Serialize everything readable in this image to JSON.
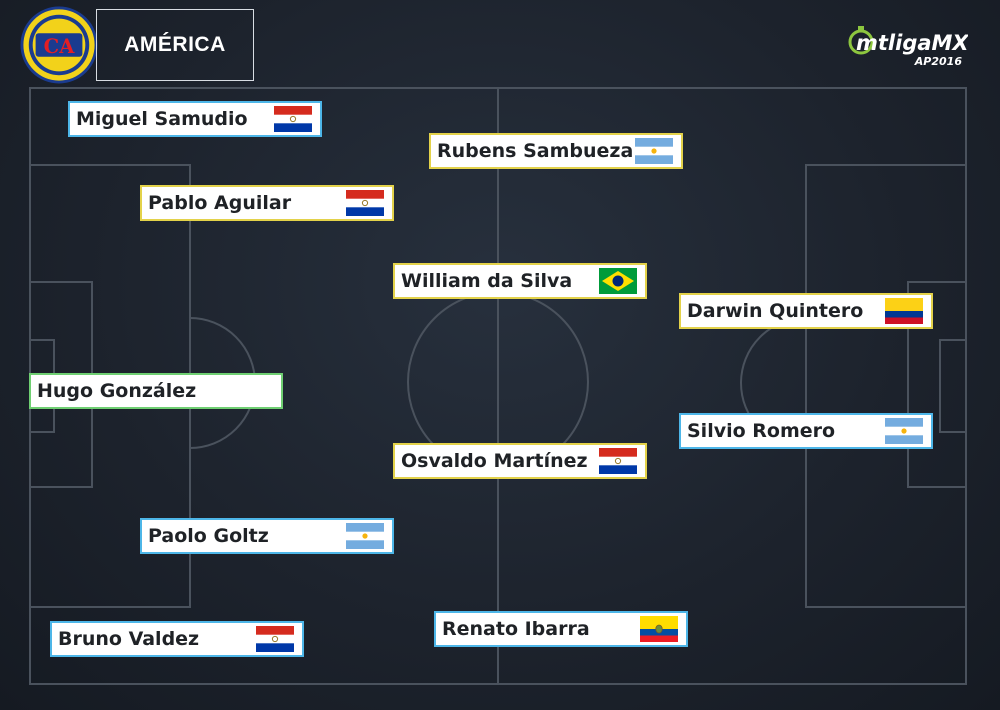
{
  "team": {
    "name": "AMÉRICA",
    "crest_text": "CA"
  },
  "brand": {
    "logo_text": "mtligaMX",
    "logo_sub": "AP2016",
    "accent": "#8dc63f"
  },
  "colors": {
    "defender_border": "#4db6e8",
    "midfielder_border": "#e3d24a",
    "goalkeeper_border": "#6fcf72"
  },
  "players": [
    {
      "name": "Miguel Samudio",
      "country": "paraguay-flag"
    },
    {
      "name": "Rubens Sambueza",
      "country": "argentina-flag"
    },
    {
      "name": "Pablo Aguilar",
      "country": "paraguay-flag"
    },
    {
      "name": "William da Silva",
      "country": "brazil-flag"
    },
    {
      "name": "Darwin Quintero",
      "country": "colombia-flag"
    },
    {
      "name": "Hugo González"
    },
    {
      "name": "Silvio Romero",
      "country": "argentina-flag"
    },
    {
      "name": "Osvaldo Martínez",
      "country": "paraguay-flag"
    },
    {
      "name": "Paolo Goltz",
      "country": "argentina-flag"
    },
    {
      "name": "Renato Ibarra",
      "country": "ecuador-flag"
    },
    {
      "name": "Bruno Valdez",
      "country": "paraguay-flag"
    }
  ]
}
